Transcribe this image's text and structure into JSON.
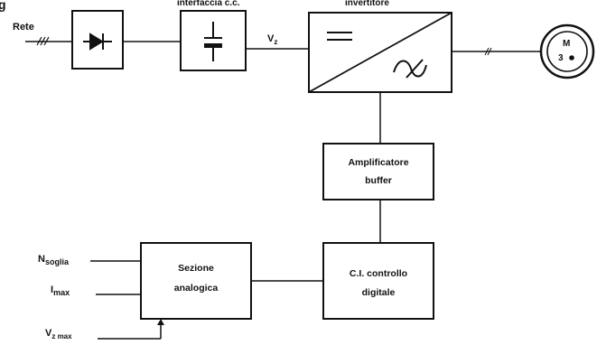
{
  "labels": {
    "fig_fragment": "g",
    "rete": "Rete",
    "interfaccia": "interfaccia c.c.",
    "invertitore": "invertitore",
    "vz_main": "V",
    "vz_sub": "z",
    "motor_top": "M",
    "motor_bottom": "3",
    "amp_line1": "Amplificatore",
    "amp_line2": "buffer",
    "ci_line1": "C.I. controllo",
    "ci_line2": "digitale",
    "sez_line1": "Sezione",
    "sez_line2": "analogica",
    "nsoglia_main": "N",
    "nsoglia_sub": "soglia",
    "imax_main": "I",
    "imax_sub": "max",
    "vzmax_main": "V",
    "vzmax_sub": "z max"
  },
  "icons": {
    "rectifier": "diode-icon",
    "capacitor": "capacitor-icon",
    "inverter": "dc-to-ac-icon",
    "motor": "three-phase-motor-icon"
  }
}
